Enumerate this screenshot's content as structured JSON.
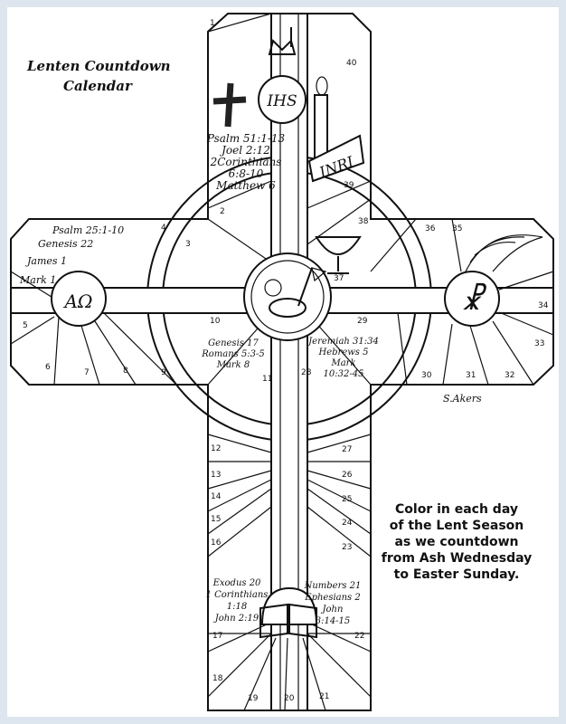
{
  "title": {
    "line1": "Lenten Countdown",
    "line2": "Calendar"
  },
  "instructions": [
    "Color in each day",
    "of the Lent Season",
    "as we countdown",
    "from Ash Wednesday",
    "to Easter Sunday."
  ],
  "signature": "S.Akers",
  "symbols": {
    "ihs": "IHS",
    "inri": "INRI",
    "alpha_omega": "AΩ",
    "chi_rho": "☧"
  },
  "scriptures": {
    "week1": [
      "Psalm 51:1-13",
      "Joel 2:12",
      "2Corinthians",
      "6:8-10",
      "Matthew 6"
    ],
    "week2": [
      "Psalm 25:1-10",
      "Genesis 22",
      "James 1",
      "Mark 1"
    ],
    "week3": [
      "Genesis 17",
      "Romans 5:3-5",
      "Mark 8"
    ],
    "week4": [
      "Jeremiah 31:34",
      "Hebrews 5",
      "Mark",
      "10:32-45"
    ],
    "week5": [
      "Exodus 20",
      "1 Corinthians",
      "1:18",
      "John 2:19"
    ],
    "week6": [
      "Numbers 21",
      "Ephesians 2",
      "John",
      "3:14-15"
    ]
  },
  "days": [
    "1",
    "2",
    "3",
    "4",
    "5",
    "6",
    "7",
    "8",
    "9",
    "10",
    "11",
    "12",
    "13",
    "14",
    "15",
    "16",
    "17",
    "18",
    "19",
    "20",
    "21",
    "22",
    "23",
    "24",
    "25",
    "26",
    "27",
    "28",
    "29",
    "30",
    "31",
    "32",
    "33",
    "34",
    "35",
    "36",
    "37",
    "38",
    "39",
    "40"
  ]
}
